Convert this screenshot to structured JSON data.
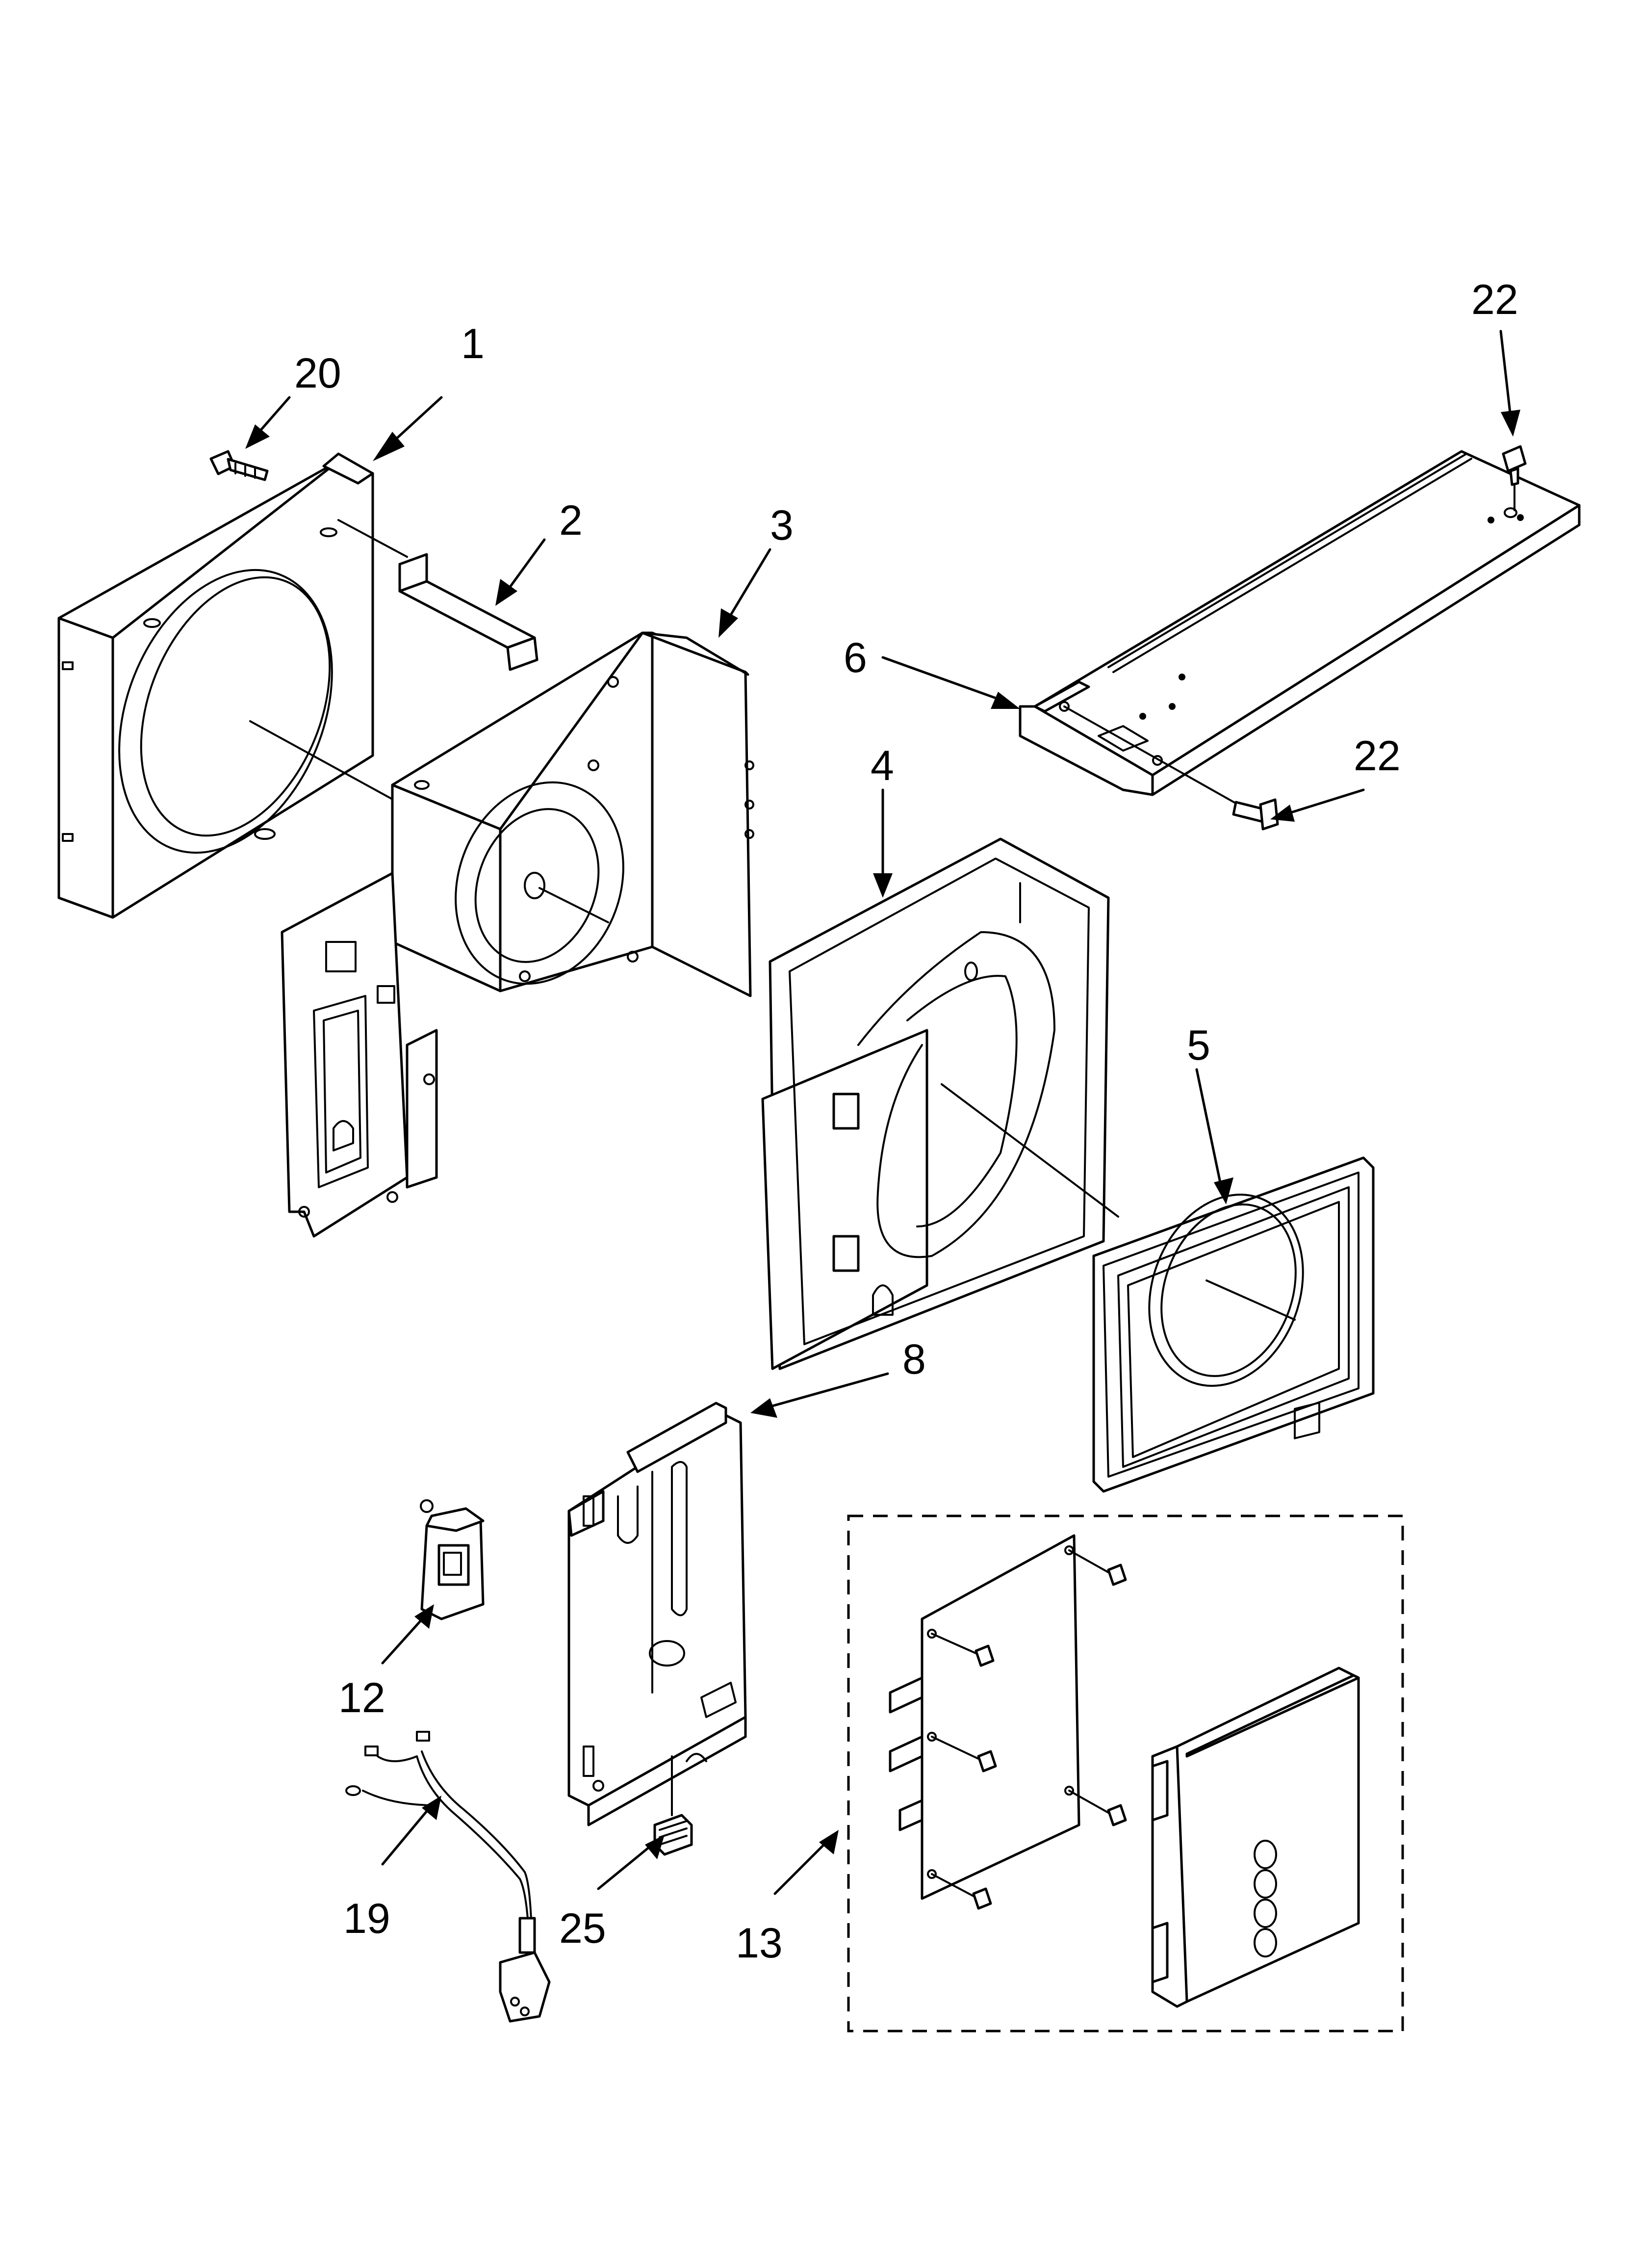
{
  "callouts": {
    "c1": "1",
    "c2": "2",
    "c3": "3",
    "c4": "4",
    "c5": "5",
    "c6": "6",
    "c8": "8",
    "c12": "12",
    "c13": "13",
    "c19": "19",
    "c20": "20",
    "c22_top": "22",
    "c22_side": "22",
    "c25": "25"
  }
}
